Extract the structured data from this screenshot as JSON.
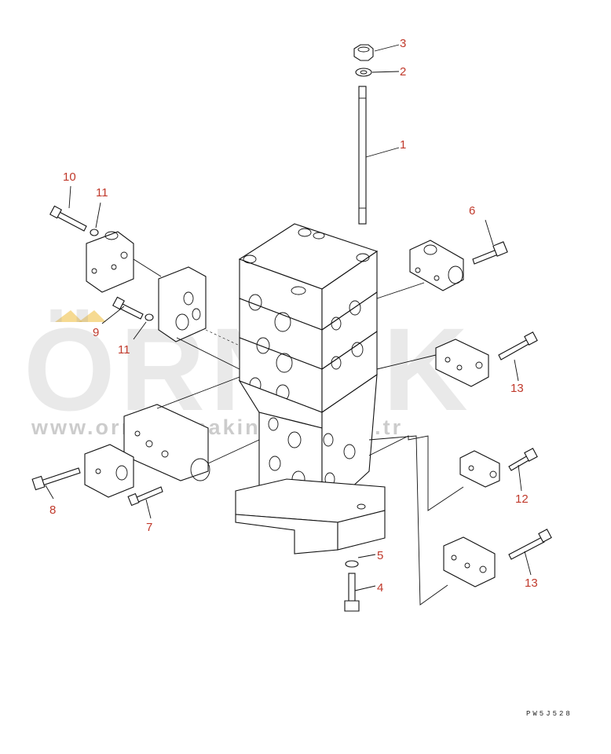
{
  "watermark": {
    "brand": "ÖRNEK",
    "url": "www.ornekismakinalari.com.tr",
    "accent_color": "#f0c24a"
  },
  "callouts": {
    "c1": "1",
    "c2": "2",
    "c3": "3",
    "c4": "4",
    "c5": "5",
    "c6": "6",
    "c7": "7",
    "c8": "8",
    "c9": "9",
    "c10": "10",
    "c11a": "11",
    "c11b": "11",
    "c12": "12",
    "c13a": "13",
    "c13b": "13"
  },
  "drawing_code": "PW5J528",
  "colors": {
    "callout": "#c0392b",
    "line": "#111111"
  }
}
